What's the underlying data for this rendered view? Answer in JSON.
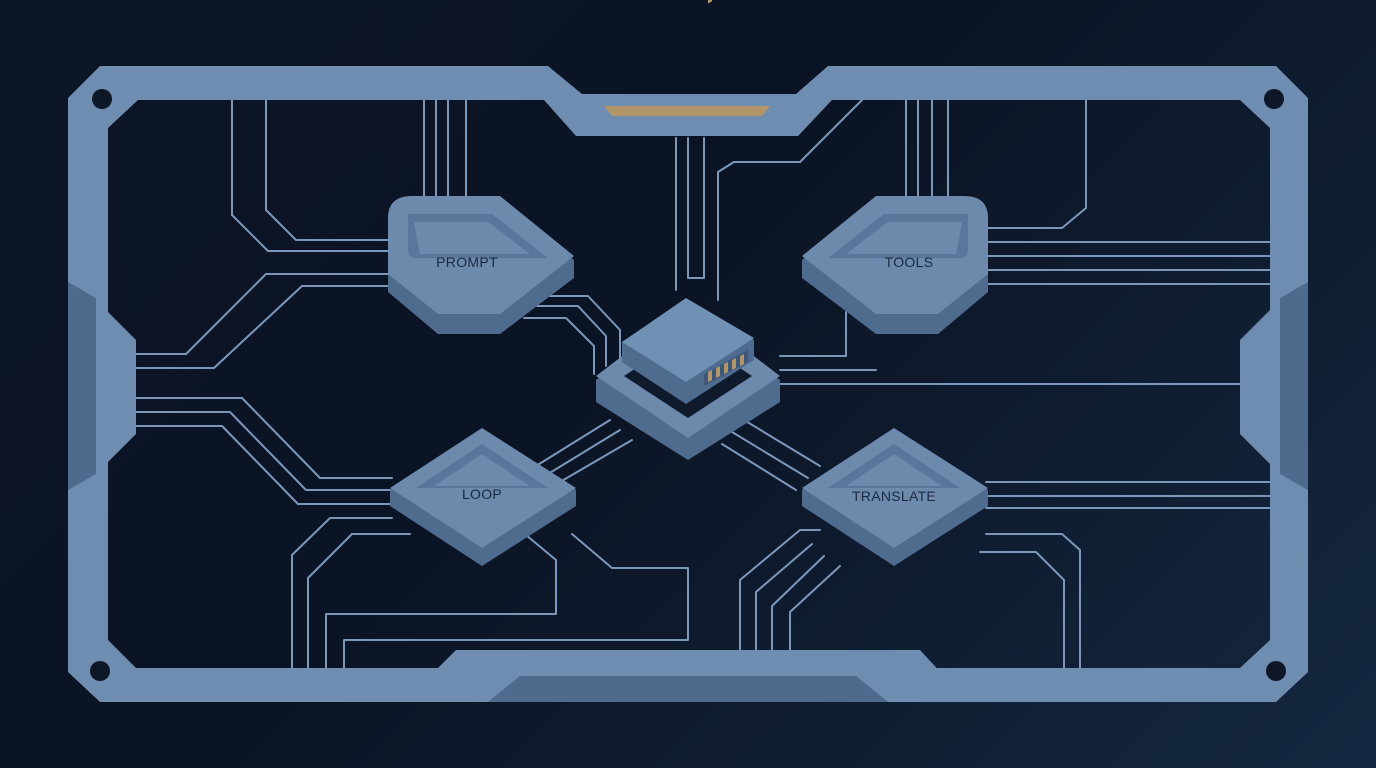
{
  "colors": {
    "background": "#0c1526",
    "frame": "#6f8db0",
    "frame_dark": "#4e6a8c",
    "trace": "#7b98bb",
    "node_top": "#6d8aad",
    "node_side": "#4f6b8e",
    "node_inner": "#5a769a",
    "label": "#1b2a40",
    "accent": "#b2966a",
    "screw": "#0e1728"
  },
  "nodes": {
    "prompt": {
      "label": "PROMPT"
    },
    "tools": {
      "label": "TOOLS"
    },
    "loop": {
      "label": "LOOP"
    },
    "translate": {
      "label": "TRANSLATE"
    }
  },
  "hub": {
    "icon": "processor-chip-icon"
  },
  "frame": {
    "accent_bar": "amber-indicator"
  }
}
